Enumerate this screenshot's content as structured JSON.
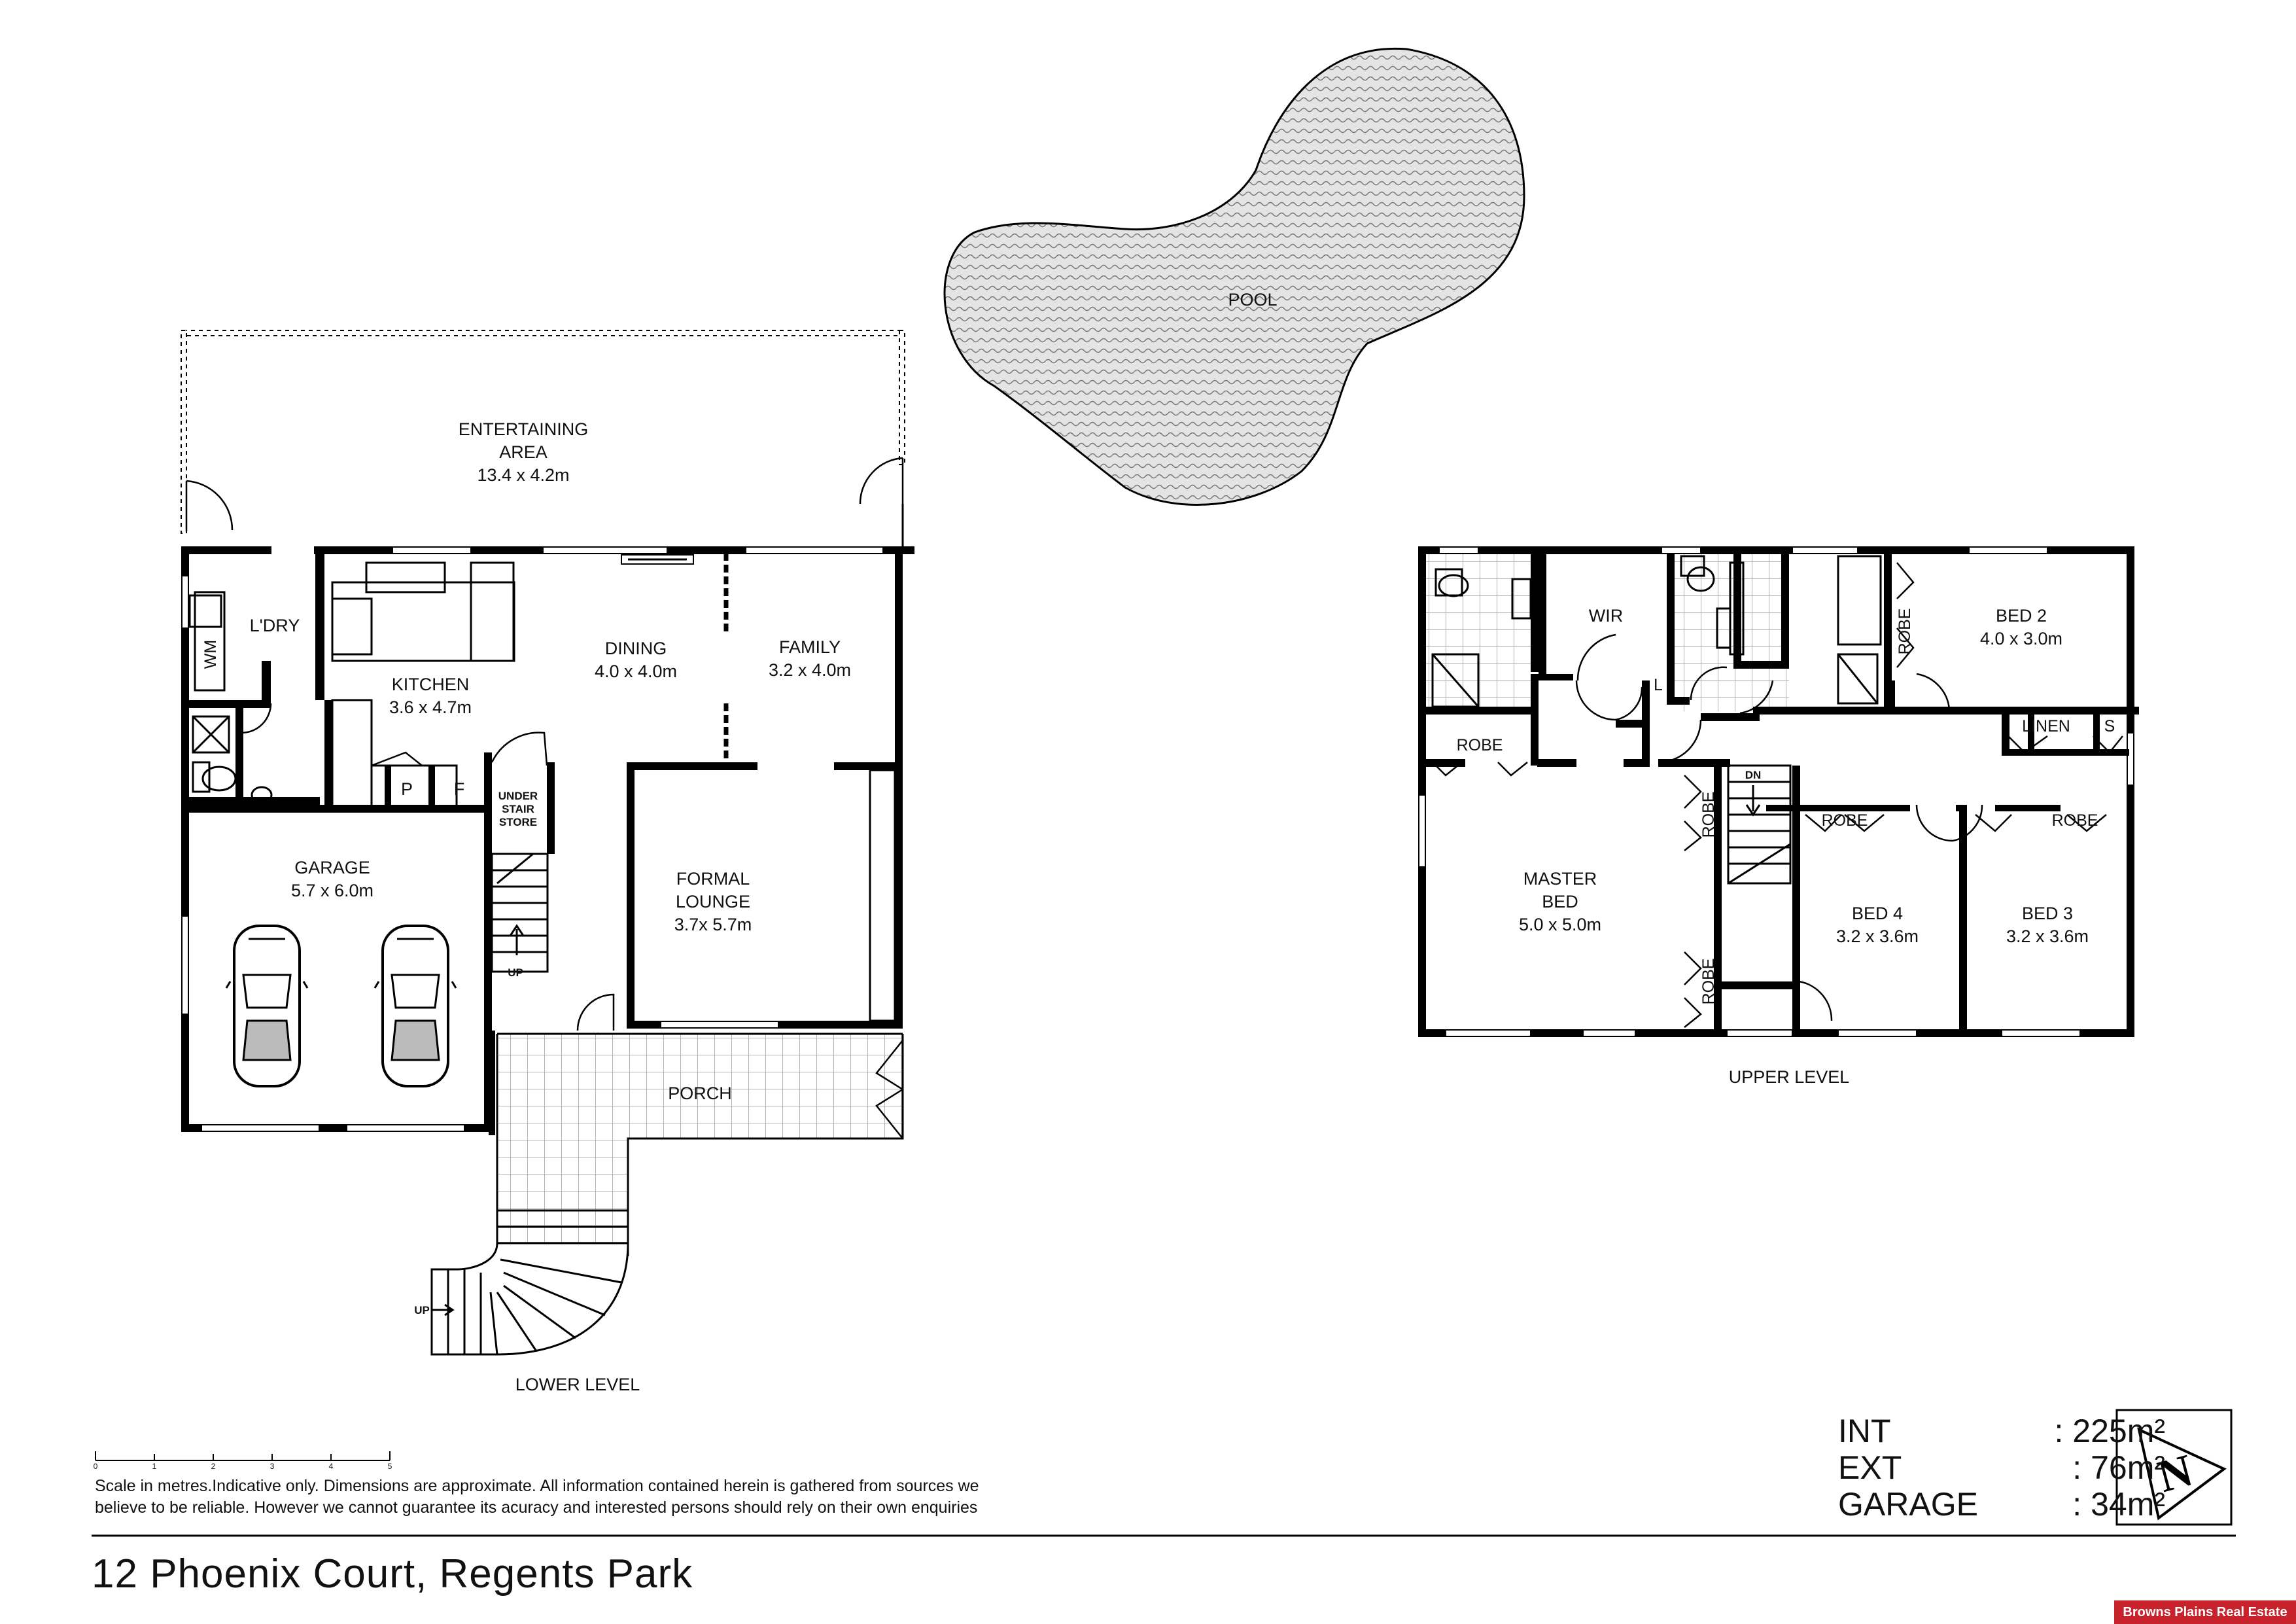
{
  "lower_level": {
    "title": "LOWER LEVEL",
    "entertaining": {
      "name": "ENTERTAINING AREA",
      "line1": "ENTERTAINING",
      "line2": "AREA",
      "dims": "13.4 x 4.2m"
    },
    "laundry": {
      "name": "L'DRY"
    },
    "wm": {
      "name": "WM"
    },
    "kitchen": {
      "name": "KITCHEN",
      "dims": "3.6 x 4.7m"
    },
    "dining": {
      "name": "DINING",
      "dims": "4.0 x 4.0m"
    },
    "family": {
      "name": "FAMILY",
      "dims": "3.2 x 4.0m"
    },
    "pantry": {
      "name": "P"
    },
    "fridge": {
      "name": "F"
    },
    "under_stair": {
      "line1": "UNDER",
      "line2": "STAIR",
      "line3": "STORE"
    },
    "garage": {
      "name": "GARAGE",
      "dims": "5.7 x 6.0m"
    },
    "formal_lounge": {
      "line1": "FORMAL",
      "line2": "LOUNGE",
      "dims": "3.7x 5.7m"
    },
    "porch": {
      "name": "PORCH"
    },
    "up_stair": "UP",
    "up_entry": "UP"
  },
  "pool": {
    "name": "POOL"
  },
  "upper_level": {
    "title": "UPPER LEVEL",
    "wir": {
      "name": "WIR"
    },
    "l": {
      "name": "L"
    },
    "robe_master": {
      "name": "ROBE"
    },
    "robe_hall_1": {
      "name": "ROBE"
    },
    "robe_hall_2": {
      "name": "ROBE"
    },
    "robe_bed2": {
      "name": "ROBE"
    },
    "robe_bed4": {
      "name": "ROBE"
    },
    "robe_bed3": {
      "name": "ROBE"
    },
    "master": {
      "line1": "MASTER",
      "line2": "BED",
      "dims": "5.0 x 5.0m"
    },
    "bed2": {
      "name": "BED 2",
      "dims": "4.0 x 3.0m"
    },
    "bed3": {
      "name": "BED 3",
      "dims": "3.2 x 3.6m"
    },
    "bed4": {
      "name": "BED 4",
      "dims": "3.2 x 3.6m"
    },
    "linen": {
      "name": "LINEN"
    },
    "s": {
      "name": "S"
    },
    "dn": "DN"
  },
  "scale_bar": {
    "ticks": [
      "0",
      "1",
      "2",
      "3",
      "4",
      "5"
    ]
  },
  "disclaimer": {
    "line1": "Scale in metres.Indicative only. Dimensions are approximate. All information contained herein is gathered from sources we",
    "line2": "believe to be reliable. However we cannot guarantee its acuracy and interested persons should rely on their own enquiries"
  },
  "address": "12 Phoenix Court, Regents Park",
  "areas": [
    {
      "label": "INT",
      "value": ": 225m²"
    },
    {
      "label": "EXT",
      "value": ":  76m²"
    },
    {
      "label": "GARAGE",
      "value": ":  34m²"
    }
  ],
  "north": {
    "label": "N"
  },
  "brand": {
    "name": "Browns Plains Real Estate",
    "color": "#c8232c"
  }
}
